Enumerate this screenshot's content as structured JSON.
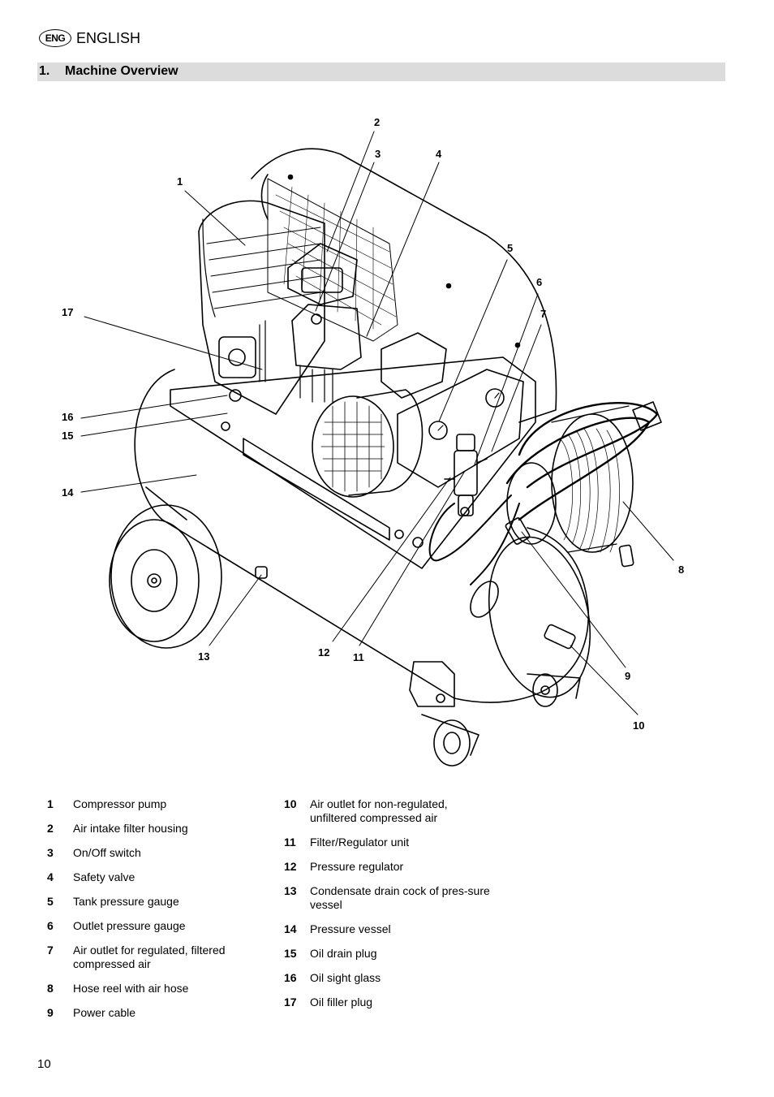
{
  "header": {
    "lang_code": "ENG",
    "lang_name": "ENGLISH"
  },
  "section": {
    "number": "1.",
    "title": "Machine Overview"
  },
  "figure": {
    "callouts": [
      "1",
      "2",
      "3",
      "4",
      "5",
      "6",
      "7",
      "8",
      "9",
      "10",
      "11",
      "12",
      "13",
      "14",
      "15",
      "16",
      "17"
    ]
  },
  "legend": {
    "col1": [
      {
        "n": "1",
        "text": "Compressor pump"
      },
      {
        "n": "2",
        "text": "Air intake filter housing"
      },
      {
        "n": "3",
        "text": "On/Off switch"
      },
      {
        "n": "4",
        "text": "Safety valve"
      },
      {
        "n": "5",
        "text": "Tank pressure gauge"
      },
      {
        "n": "6",
        "text": "Outlet pressure gauge"
      },
      {
        "n": "7",
        "text": "Air outlet for regulated, filtered compressed air"
      },
      {
        "n": "8",
        "text": "Hose reel with air hose"
      },
      {
        "n": "9",
        "text": "Power cable"
      }
    ],
    "col2": [
      {
        "n": "10",
        "text": "Air outlet for non-regulated, unfiltered compressed air"
      },
      {
        "n": "11",
        "text": "Filter/Regulator unit"
      },
      {
        "n": "12",
        "text": "Pressure regulator"
      },
      {
        "n": "13",
        "text": "Condensate drain cock of pres-sure vessel"
      },
      {
        "n": "14",
        "text": "Pressure vessel"
      },
      {
        "n": "15",
        "text": "Oil drain plug"
      },
      {
        "n": "16",
        "text": "Oil sight glass"
      },
      {
        "n": "17",
        "text": "Oil filler plug"
      }
    ]
  },
  "footer": {
    "page_number": "10"
  }
}
